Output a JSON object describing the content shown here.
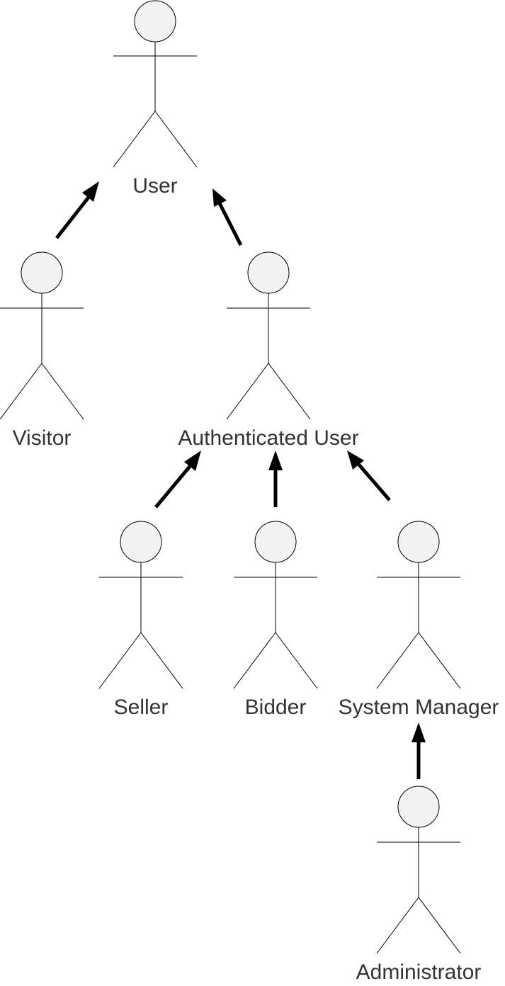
{
  "diagram": {
    "type": "uml-actor-generalization",
    "actors": {
      "user": {
        "label": "User"
      },
      "visitor": {
        "label": "Visitor"
      },
      "authenticated_user": {
        "label": "Authenticated User"
      },
      "seller": {
        "label": "Seller"
      },
      "bidder": {
        "label": "Bidder"
      },
      "system_manager": {
        "label": "System Manager"
      },
      "administrator": {
        "label": "Administrator"
      }
    },
    "generalizations": [
      {
        "from": "Visitor",
        "to": "User"
      },
      {
        "from": "Authenticated User",
        "to": "User"
      },
      {
        "from": "Seller",
        "to": "Authenticated User"
      },
      {
        "from": "Bidder",
        "to": "Authenticated User"
      },
      {
        "from": "System Manager",
        "to": "Authenticated User"
      },
      {
        "from": "Administrator",
        "to": "System Manager"
      }
    ],
    "colors": {
      "actor_head_fill": "#f2f2f2",
      "stroke": "#000000",
      "label": "#333333"
    }
  }
}
